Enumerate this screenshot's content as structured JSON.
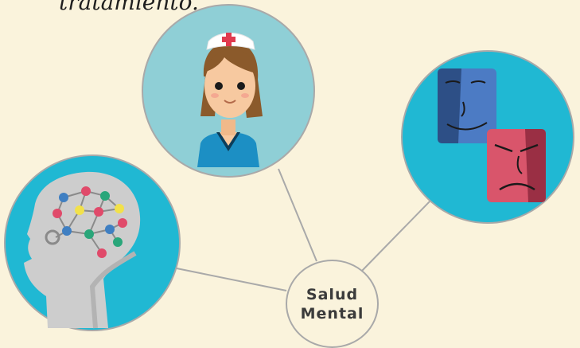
{
  "caption": "tratamiento.",
  "hub": {
    "line1": "Salud",
    "line2": "Mental"
  },
  "colors": {
    "background": "#faf3dc",
    "circle_teal": "#20b8d3",
    "circle_light": "#8fcfd6",
    "connector": "#a9a9a9",
    "nurse_uniform": "#1c8fc4",
    "cross": "#e03a4e",
    "mask_blue": "#4c7bc4",
    "mask_red": "#d9556b"
  },
  "nodes": [
    {
      "name": "brain-head",
      "icon": "head-network-icon"
    },
    {
      "name": "nurse",
      "icon": "nurse-icon"
    },
    {
      "name": "masks",
      "icon": "masks-icon"
    }
  ]
}
